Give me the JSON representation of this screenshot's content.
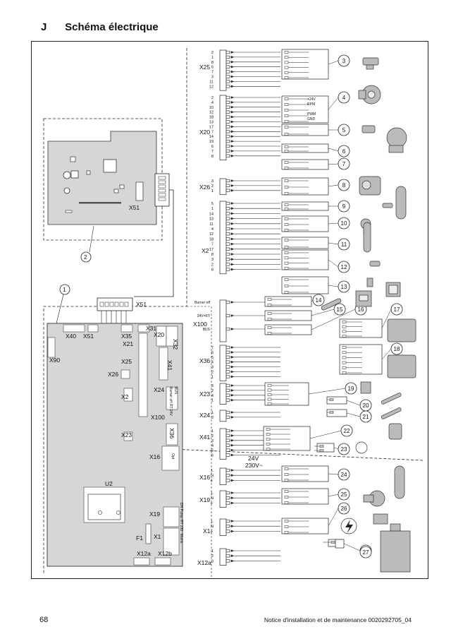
{
  "header": {
    "section": "J",
    "title": "Schéma électrique"
  },
  "footer": {
    "page_number": "68",
    "doc_ref": "Notice d'installation et de maintenance 0020292705_04"
  },
  "diagram": {
    "board_labels": {
      "x51_small": "X51",
      "x51_top": "X51",
      "u2": "U2",
      "f1": "F1",
      "x1_board": "X1",
      "x19_board": "X19",
      "x16_board": "X16",
      "x23_board": "X23",
      "x2_board": "X2",
      "x26_board": "X26",
      "x25_board": "X25",
      "x21": "X21",
      "x20_board": "X20",
      "x31": "X31",
      "x32": "X32",
      "x35": "X35",
      "x40": "X40",
      "x51_board": "X51",
      "x90": "X90",
      "x41_board": "X41",
      "x24_board": "X24",
      "x100_board": "X100",
      "x36_board": "X36",
      "x12a": "X12a",
      "x12b": "X12b",
      "opt": "Opt",
      "dhw_pump": "DH Pump",
      "rt230": "RT 230",
      "mains": "Mains",
      "burner_off": "Burner off",
      "rt24": "RT 24V",
      "bus": "BUS"
    },
    "connectors": [
      {
        "name": "X25",
        "pins": [
          "2",
          "1",
          "8",
          "6",
          "7",
          "3",
          "11",
          "12"
        ]
      },
      {
        "name": "X20",
        "pins": [
          "2",
          "4",
          "10",
          "12",
          "18",
          "13",
          "17",
          "7",
          "14",
          "19",
          "6",
          "7",
          "8"
        ]
      },
      {
        "name": "X26",
        "pins": [
          "3",
          "2",
          "1"
        ]
      },
      {
        "name": "X2",
        "pins": [
          "5",
          "1",
          "14",
          "13",
          "11",
          "4",
          "12",
          "18",
          "7",
          "17",
          "8",
          "3",
          "2",
          "6"
        ]
      },
      {
        "name": "X100",
        "pins": [
          "Burner off",
          "24V=RT",
          "BUS"
        ]
      },
      {
        "name": "X36",
        "pins": [
          "7",
          "6",
          "5",
          "4",
          "3",
          "2",
          "1"
        ]
      },
      {
        "name": "X23",
        "pins": [
          "3",
          "2",
          "4",
          "1"
        ]
      },
      {
        "name": "X24",
        "pins": [
          "1",
          "2"
        ]
      },
      {
        "name": "X41",
        "pins": [
          "1",
          "2",
          "3",
          "4",
          "5",
          "6"
        ]
      },
      {
        "name": "X16",
        "pins": [
          "L",
          "N",
          "⏚"
        ]
      },
      {
        "name": "X19",
        "pins": [
          "L",
          "N",
          "⏚"
        ]
      },
      {
        "name": "X1",
        "pins": [
          "L",
          "N",
          "⏚"
        ]
      },
      {
        "name": "X12a",
        "pins": [
          "1",
          "2",
          "3"
        ]
      }
    ],
    "fan_labels": {
      "v24": "+24V",
      "rpm": "RPM",
      "pwm": "PWM",
      "gnd": "GND"
    },
    "voltage": {
      "v24": "24V",
      "v230": "230V~"
    },
    "callouts": [
      "1",
      "2",
      "3",
      "4",
      "5",
      "6",
      "7",
      "8",
      "9",
      "10",
      "11",
      "12",
      "13",
      "14",
      "15",
      "16",
      "17",
      "18",
      "19",
      "20",
      "21",
      "22",
      "23",
      "24",
      "25",
      "26",
      "27"
    ]
  }
}
